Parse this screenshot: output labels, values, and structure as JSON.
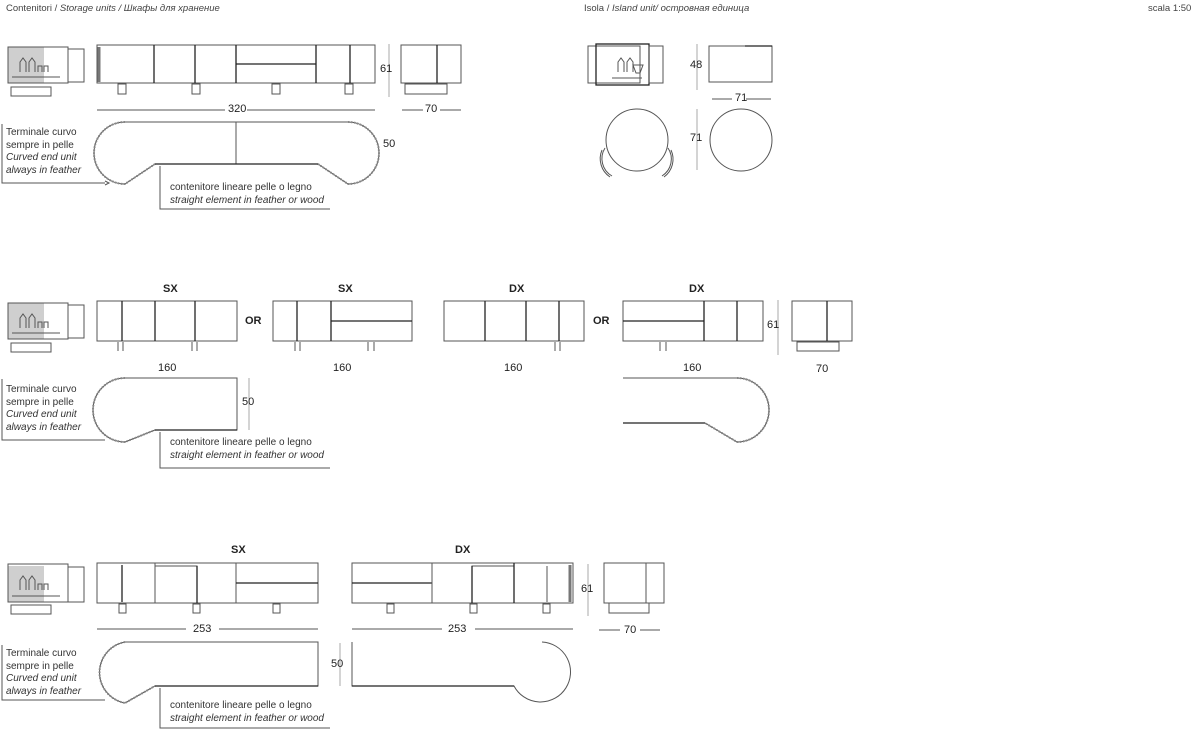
{
  "header": {
    "left_title_it": "Contenitori / ",
    "left_title_en": "Storage units",
    "left_title_ru": " / Шкафы для хранение",
    "center_title_it": "Isola / ",
    "center_title_en": "Island unit/",
    "center_title_ru": "  островная единица",
    "scale": "scala 1:50"
  },
  "notes": {
    "curved_it_1": "Terminale curvo",
    "curved_it_2": "sempre in pelle",
    "curved_en_1": "Curved end unit",
    "curved_en_2": "always in feather",
    "straight_it": "contenitore lineare pelle o legno",
    "straight_en": "straight element in feather or wood"
  },
  "row1": {
    "width": "320",
    "height": "61",
    "depth": "70",
    "plan_depth": "50"
  },
  "island": {
    "height": "48",
    "width": "71",
    "depth": "71"
  },
  "row2": {
    "labels": [
      "SX",
      "SX",
      "DX",
      "DX"
    ],
    "or_label": "OR",
    "widths": [
      "160",
      "160",
      "160",
      "160"
    ],
    "height": "61",
    "depth": "70",
    "plan_depth": "50"
  },
  "row3": {
    "labels": [
      "SX",
      "DX"
    ],
    "widths": [
      "253",
      "253"
    ],
    "height": "61",
    "depth": "70",
    "plan_depth": "50"
  }
}
